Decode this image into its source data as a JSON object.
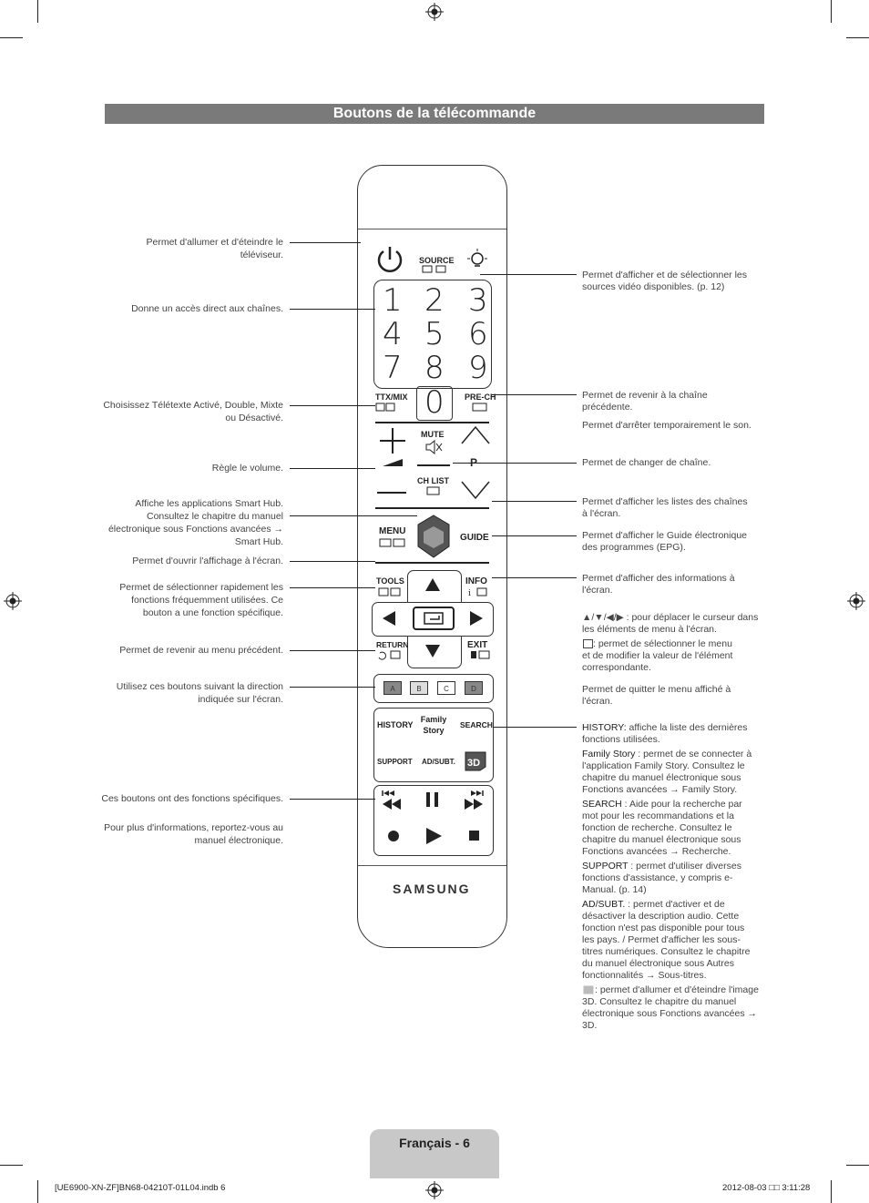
{
  "page_title": "Boutons de la télécommande",
  "left_labels": {
    "power": "Permet d'allumer et d'éteindre le téléviseur.",
    "numbers": "Donne un accès direct aux chaînes.",
    "ttx": "Choisissez Télétexte Activé, Double, Mixte ou Désactivé.",
    "volume": "Règle le volume.",
    "smart_hub": "Affiche les applications Smart Hub. Consultez le chapitre du manuel électronique sous Fonctions avancées → Smart Hub.",
    "menu": "Permet d'ouvrir l'affichage à l'écran.",
    "tools": "Permet de sélectionner rapidement les fonctions fréquemment utilisées. Ce bouton a une fonction spécifique.",
    "return": "Permet de revenir au menu précédent.",
    "color": "Utilisez ces boutons suivant la direction indiquée sur l'écran.",
    "media1": "Ces boutons ont des fonctions spécifiques.",
    "media2": "Pour plus d'informations, reportez-vous au manuel électronique."
  },
  "right_labels": {
    "source": "Permet d'afficher et de sélectionner les sources vidéo disponibles. (p. 12)",
    "prech": "Permet de revenir à la chaîne précédente.",
    "mute": "Permet d'arrêter temporairement le son.",
    "channel": "Permet de changer de chaîne.",
    "chlist": "Permet d'afficher les listes des chaînes à l'écran.",
    "guide": "Permet d'afficher le Guide électronique des programmes (EPG).",
    "info": "Permet d'afficher des informations à l'écran.",
    "nav": "▲/▼/◀/▶ : pour déplacer le curseur dans les éléments de menu à l'écran.",
    "enter": " : permet de sélectionner le menu et de modifier la valeur de l'élément correspondante.",
    "exit": "Permet de quitter le menu affiché à l'écran.",
    "history_k": "HISTORY:",
    "history_v": " affiche la liste des dernières fonctions utilisées.",
    "family_k": "Family Story",
    "family_v": " : permet de se connecter à l'application Family Story. Consultez le chapitre du manuel électronique sous Fonctions avancées → Family Story.",
    "search_k": "SEARCH",
    "search_v": " : Aide pour la recherche par mot pour les recommandations et la fonction de recherche. Consultez le chapitre du manuel électronique sous Fonctions avancées → Recherche.",
    "support_k": "SUPPORT",
    "support_v": " : permet d'utiliser diverses fonctions d'assistance, y compris e-Manual. (p. 14)",
    "adsubt_k": "AD/SUBT.",
    "adsubt_v": " : permet d'activer et de désactiver la description audio. Cette fonction n'est pas disponible pour tous les pays. / Permet d'afficher les sous-titres numériques. Consultez le chapitre du manuel électronique sous Autres fonctionnalités → Sous-titres.",
    "threed": " : permet d'allumer et d'éteindre l'image 3D. Consultez le chapitre du manuel électronique sous Fonctions avancées → 3D."
  },
  "remote": {
    "source": "SOURCE",
    "numbers": [
      "1",
      "2",
      "3",
      "4",
      "5",
      "6",
      "7",
      "8",
      "9"
    ],
    "zero": "0",
    "ttx": "TTX/MIX",
    "prech": "PRE-CH",
    "mute": "MUTE",
    "p": "P",
    "chlist": "CH LIST",
    "menu": "MENU",
    "guide": "GUIDE",
    "tools": "TOOLS",
    "info": "INFO",
    "return": "RETURN",
    "exit": "EXIT",
    "colors": [
      "A",
      "B",
      "C",
      "D"
    ],
    "history": "HISTORY",
    "family": "Family Story",
    "search": "SEARCH",
    "support": "SUPPORT",
    "adsubt": "AD/SUBT.",
    "threed": "3D",
    "brand": "SAMSUNG"
  },
  "footer": {
    "page": "Français - 6",
    "file": "[UE6900-XN-ZF]BN68-04210T-01L04.indb   6",
    "date": "2012-08-03   □□ 3:11:28"
  }
}
